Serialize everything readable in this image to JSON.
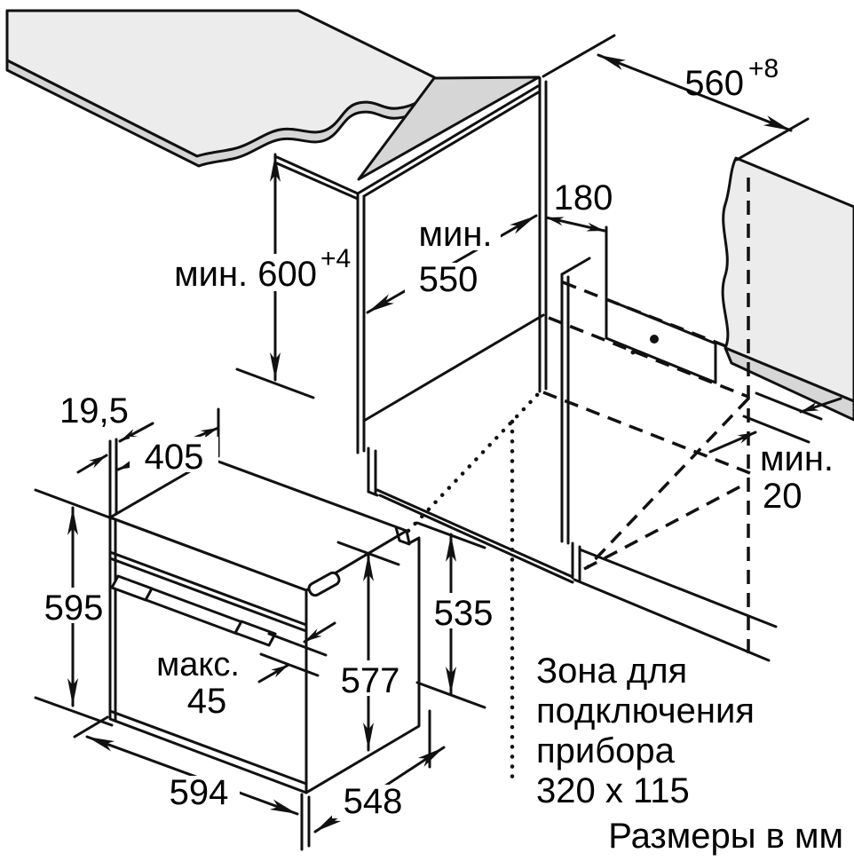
{
  "footer": "Размеры в мм",
  "connection_zone_label": {
    "line1": "Зона для",
    "line2": "подключения",
    "line3": "прибора",
    "line4": "320 x 115"
  },
  "dims": {
    "niche_width": {
      "value": "560",
      "sup": "+8"
    },
    "niche_height": {
      "value": "мин. 600",
      "sup": "+4"
    },
    "niche_depth": {
      "line1": "мин.",
      "line2": "550"
    },
    "zone_offset": "180",
    "rear_gap": {
      "line1": "мин.",
      "line2": "20"
    },
    "door_offset": "19,5",
    "top_depth": "405",
    "front_height": "595",
    "rear_height": "535",
    "body_height": "577",
    "handle_depth": {
      "line1": "макс.",
      "line2": "45"
    },
    "front_width": "594",
    "body_depth": "548"
  }
}
